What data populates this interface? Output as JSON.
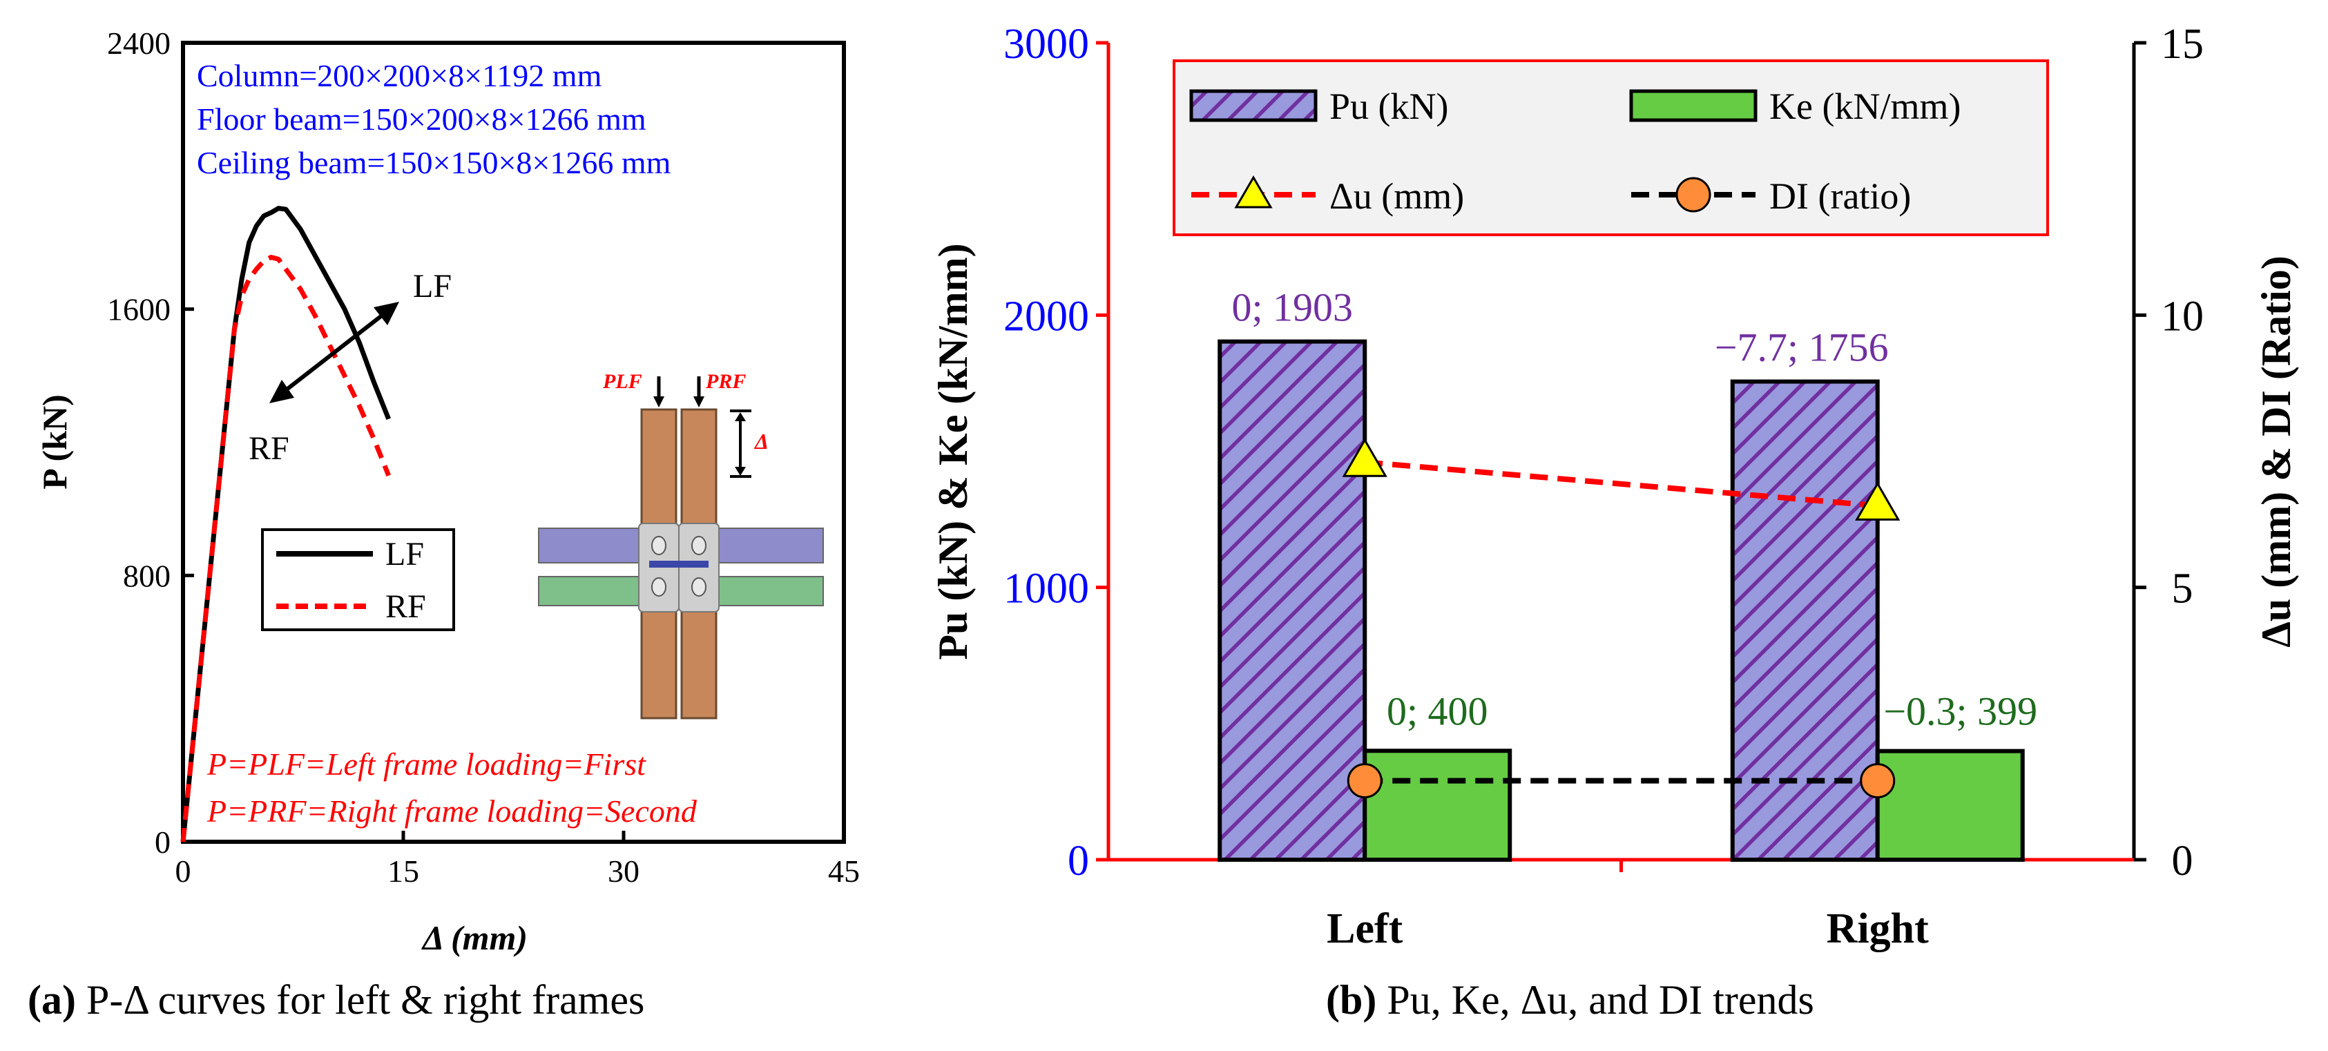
{
  "colors": {
    "lf": "#000000",
    "rf": "#ff0000",
    "blue": "#0000ff",
    "red": "#ff0000",
    "purple": "#7030a0",
    "green": "#1e6b1e",
    "pu_fill": "#9999dd",
    "pu_hatch": "#7030a0",
    "ke_fill": "#66cc44",
    "du_marker": "#ffff00",
    "di_marker": "#ff8c38",
    "column": "#c8875a",
    "floor_beam": "#8e8ccb",
    "ceiling_beam": "#7fbf8a"
  },
  "chart_data": [
    {
      "type": "line",
      "caption_prefix": "(a)",
      "caption_text": "P-Δ curves for left & right frames",
      "xlabel": "Δ (mm)",
      "ylabel": "P (kN)",
      "xlim": [
        0,
        45
      ],
      "ylim": [
        0,
        2400
      ],
      "xticks": [
        "0",
        "15",
        "30",
        "45"
      ],
      "yticks": [
        "0",
        "800",
        "1600",
        "2400"
      ],
      "grid": false,
      "legend_position": "lower-left",
      "info_lines": [
        "Column=200×200×8×1192 mm",
        "Floor beam=150×200×8×1266 mm",
        "Ceiling beam=150×150×8×1266 mm"
      ],
      "annotations": {
        "lf_arrow": "LF",
        "rf_arrow": "RF",
        "inset_load_lf": "PLF",
        "inset_load_rf": "PRF",
        "inset_disp": "Δ",
        "note_1": "P=PLF=Left frame loading=First",
        "note_2": "P=PRF=Right frame loading=Second"
      },
      "series": [
        {
          "name": "LF",
          "x": [
            0,
            0.5,
            1,
            1.5,
            2,
            2.5,
            3,
            3.5,
            4,
            4.5,
            5,
            5.5,
            6,
            6.5,
            7,
            8,
            9,
            10,
            11,
            12,
            13,
            14
          ],
          "y": [
            0,
            220,
            440,
            660,
            880,
            1100,
            1320,
            1540,
            1690,
            1800,
            1850,
            1880,
            1890,
            1903,
            1900,
            1840,
            1760,
            1680,
            1600,
            1500,
            1380,
            1270
          ]
        },
        {
          "name": "RF",
          "x": [
            0,
            0.5,
            1,
            1.5,
            2,
            2.5,
            3,
            3.5,
            4,
            4.5,
            5,
            5.5,
            6,
            6.5,
            7,
            8,
            9,
            10,
            11,
            12,
            13,
            14
          ],
          "y": [
            0,
            220,
            440,
            660,
            880,
            1100,
            1320,
            1540,
            1640,
            1690,
            1720,
            1745,
            1756,
            1750,
            1720,
            1660,
            1580,
            1490,
            1400,
            1310,
            1210,
            1100
          ]
        }
      ]
    },
    {
      "type": "bar",
      "caption_prefix": "(b)",
      "caption_text": "Pu, Ke, Δu, and DI trends",
      "categories": [
        "Left",
        "Right"
      ],
      "ylabel_left": "Pu (kN) & Ke (kN/mm)",
      "ylabel_right": "Δu (mm) & DI (Ratio)",
      "ylim_left": [
        0,
        3000
      ],
      "ylim_right": [
        0,
        15
      ],
      "yticks_left": [
        "0",
        "1000",
        "2000",
        "3000"
      ],
      "yticks_right": [
        "0",
        "5",
        "10",
        "15"
      ],
      "grid": false,
      "legend_position": "top",
      "series": [
        {
          "name": "Pu (kN)",
          "axis": "left",
          "values": [
            1903,
            1756
          ],
          "labels": [
            "0; 1903",
            "−7.7; 1756"
          ]
        },
        {
          "name": "Ke (kN/mm)",
          "axis": "left",
          "values": [
            400,
            399
          ],
          "labels": [
            "0; 400",
            "−0.3; 399"
          ]
        },
        {
          "name": "Δu (mm)",
          "axis": "right",
          "type": "line",
          "values": [
            7.3,
            6.5
          ]
        },
        {
          "name": "DI (ratio)",
          "axis": "right",
          "type": "line",
          "values": [
            1.45,
            1.45
          ]
        }
      ]
    }
  ]
}
